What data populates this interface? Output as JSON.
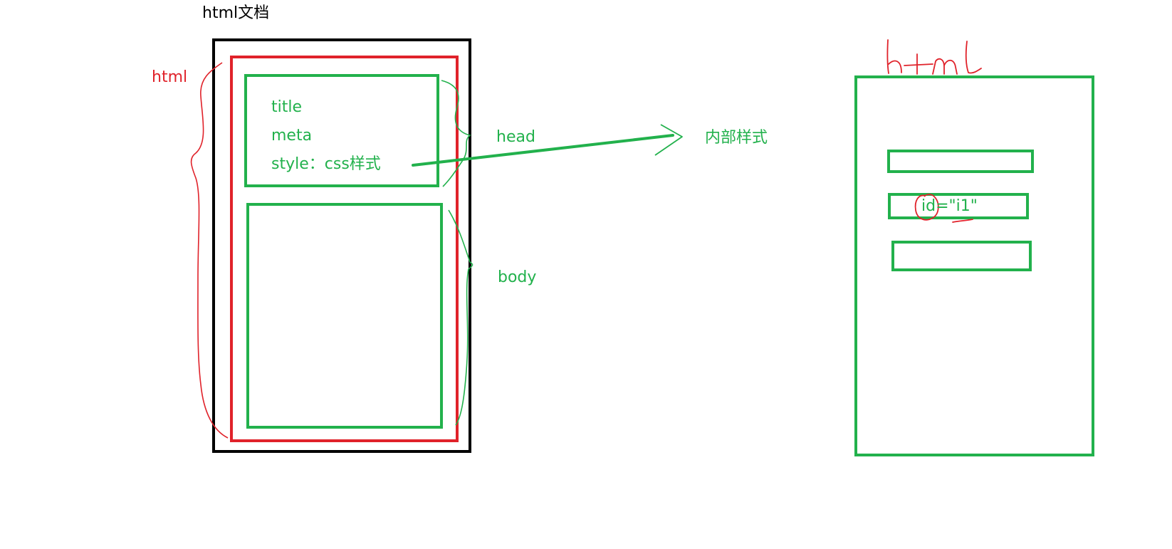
{
  "colors": {
    "black": "#000000",
    "red": "#e0222a",
    "green": "#22b14c"
  },
  "left_diagram": {
    "doc_label": "html文档",
    "html_label": "html",
    "head_items": [
      "title",
      "meta",
      "style：css样式"
    ],
    "head_label": "head",
    "body_label": "body",
    "arrow_target_label": "内部样式"
  },
  "right_diagram": {
    "handwritten_title": "html",
    "id_label": "id=\"i1\""
  }
}
